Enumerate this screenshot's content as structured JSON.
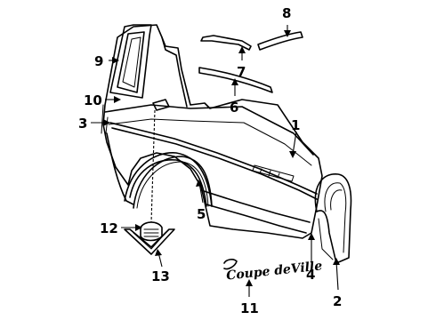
{
  "callouts": {
    "c1": "1",
    "c2": "2",
    "c3": "3",
    "c4": "4",
    "c5": "5",
    "c6": "6",
    "c7": "7",
    "c8": "8",
    "c9": "9",
    "c10": "10",
    "c11": "11",
    "c12": "12",
    "c13": "13"
  },
  "emblem_script": "Coupe deVille"
}
